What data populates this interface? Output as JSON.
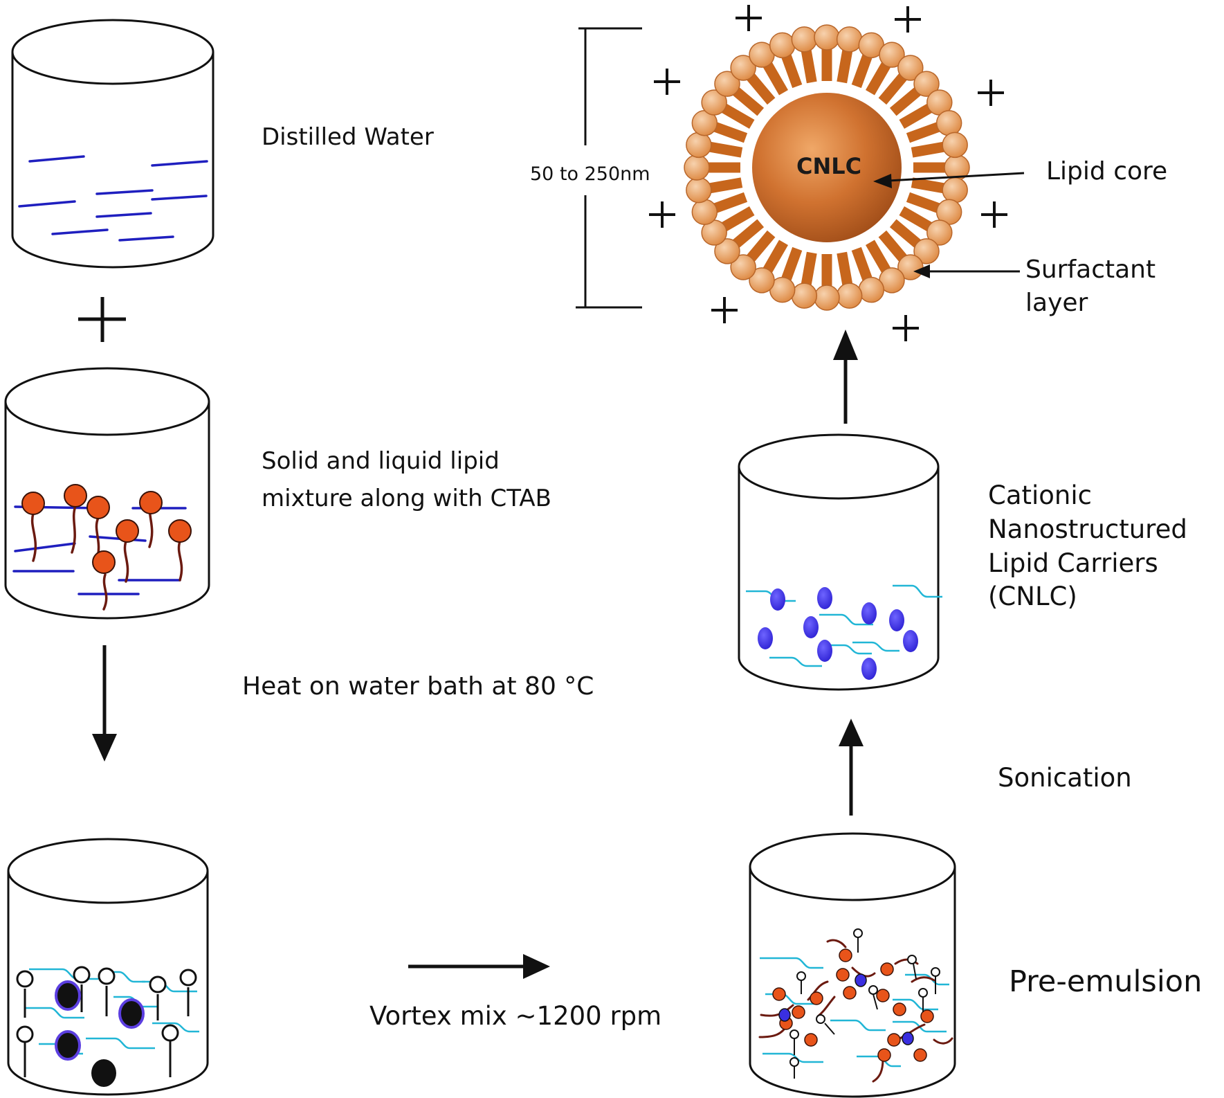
{
  "labels": {
    "distilled_water": "Distilled Water",
    "lipid_mixture_line1": "Solid and liquid lipid",
    "lipid_mixture_line2": "mixture along with CTAB",
    "heat": "Heat on water bath at 80 °C",
    "vortex": "Vortex mix ~1200 rpm",
    "cnlc_line1": "Cationic",
    "cnlc_line2": "Nanostructured",
    "cnlc_line3": "Lipid Carriers",
    "cnlc_line4": "(CNLC)",
    "sonication": "Sonication",
    "pre_emulsion": "Pre-emulsion",
    "lipid_core": "Lipid core",
    "surfactant_layer": "Surfactant layer",
    "size_range": "50 to 250nm",
    "core_label": "CNLC"
  },
  "colors": {
    "outline": "#111111",
    "water_line": "#1f1fbf",
    "cyan_line": "#21b6d6",
    "lipid_head": "#e8541a",
    "lipid_tail": "#6b1a10",
    "droplet": "#3a2fe0",
    "nano_core": "#c5661e",
    "nano_head": "#e9a56a",
    "nano_tail": "#c7661c"
  },
  "icons": [
    "plus-sign-icon",
    "down-arrow-icon",
    "right-arrow-icon",
    "up-arrow-icon",
    "nanoparticle-icon"
  ]
}
